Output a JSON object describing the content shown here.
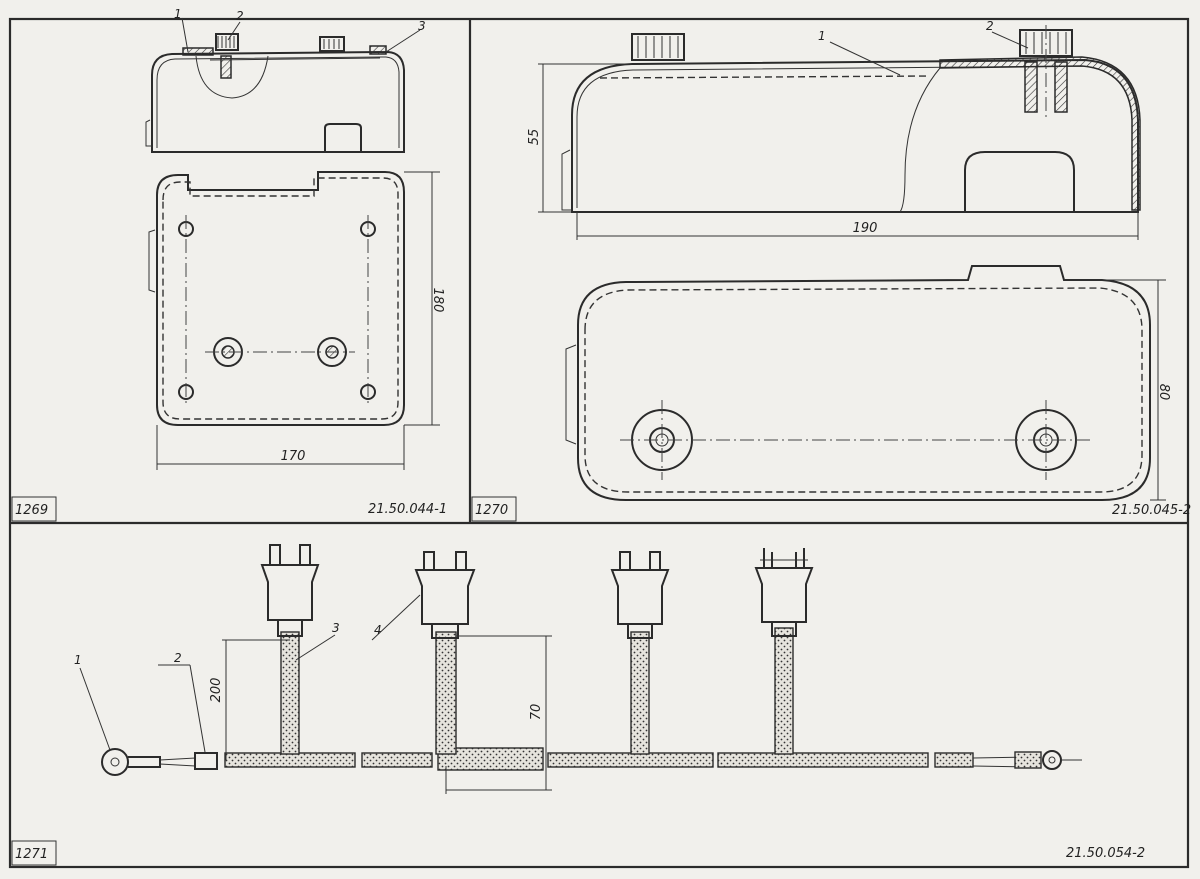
{
  "figures": [
    {
      "number": "1269",
      "drawing_code": "21.50.044-1",
      "callouts": [
        "1",
        "2",
        "3"
      ],
      "dimensions": {
        "height": "180",
        "width": "170"
      }
    },
    {
      "number": "1270",
      "drawing_code": "21.50.045-2",
      "callouts": [
        "1",
        "2"
      ],
      "dimensions": {
        "height_side": "55",
        "length": "190",
        "height_plan": "80"
      }
    },
    {
      "number": "1271",
      "drawing_code": "21.50.054-2",
      "callouts": [
        "1",
        "2",
        "3",
        "4"
      ],
      "dimensions": {
        "branch_length": "200",
        "spacing": "70"
      }
    }
  ]
}
